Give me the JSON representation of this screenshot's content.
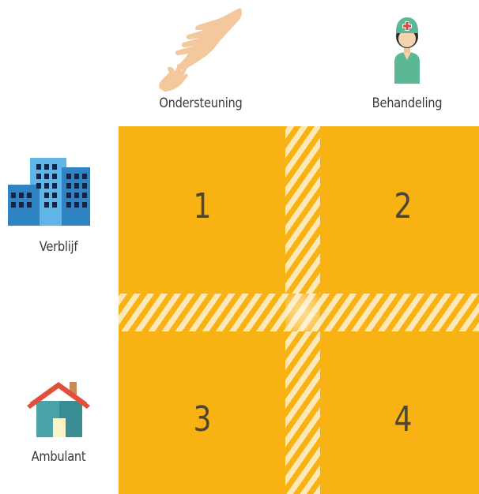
{
  "columns": {
    "support_label": "Ondersteuning",
    "treatment_label": "Behandeling"
  },
  "rows": {
    "stay_label": "Verblijf",
    "outpatient_label": "Ambulant"
  },
  "quadrants": {
    "q1": "1",
    "q2": "2",
    "q3": "3",
    "q4": "4"
  },
  "colors": {
    "grid": "#f9b214",
    "stripe_light": "#fde9b8",
    "number": "#4e4536",
    "label": "#3a3a3a"
  },
  "icons": {
    "support": "helping-hand-icon",
    "treatment": "nurse-icon",
    "stay": "office-building-icon",
    "outpatient": "house-icon"
  }
}
